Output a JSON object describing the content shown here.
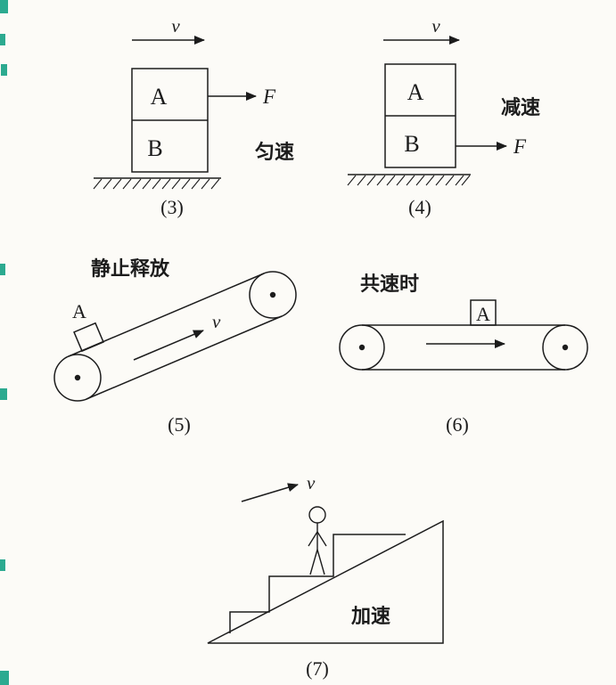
{
  "colors": {
    "ink": "#1c1c1c",
    "paper": "#fcfbf7",
    "scan_mark": "#2caa90"
  },
  "figures": {
    "fig3": {
      "velocity_label": "v",
      "force_label": "F",
      "block_top": "A",
      "block_bottom": "B",
      "condition": "匀速",
      "caption": "(3)"
    },
    "fig4": {
      "velocity_label": "v",
      "force_label": "F",
      "block_top": "A",
      "block_bottom": "B",
      "condition": "减速",
      "caption": "(4)"
    },
    "fig5": {
      "condition": "静止释放",
      "block_label": "A",
      "velocity_label": "v",
      "caption": "(5)"
    },
    "fig6": {
      "condition": "共速时",
      "block_label": "A",
      "caption": "(6)"
    },
    "fig7": {
      "velocity_label": "v",
      "condition": "加速",
      "caption": "(7)"
    }
  }
}
